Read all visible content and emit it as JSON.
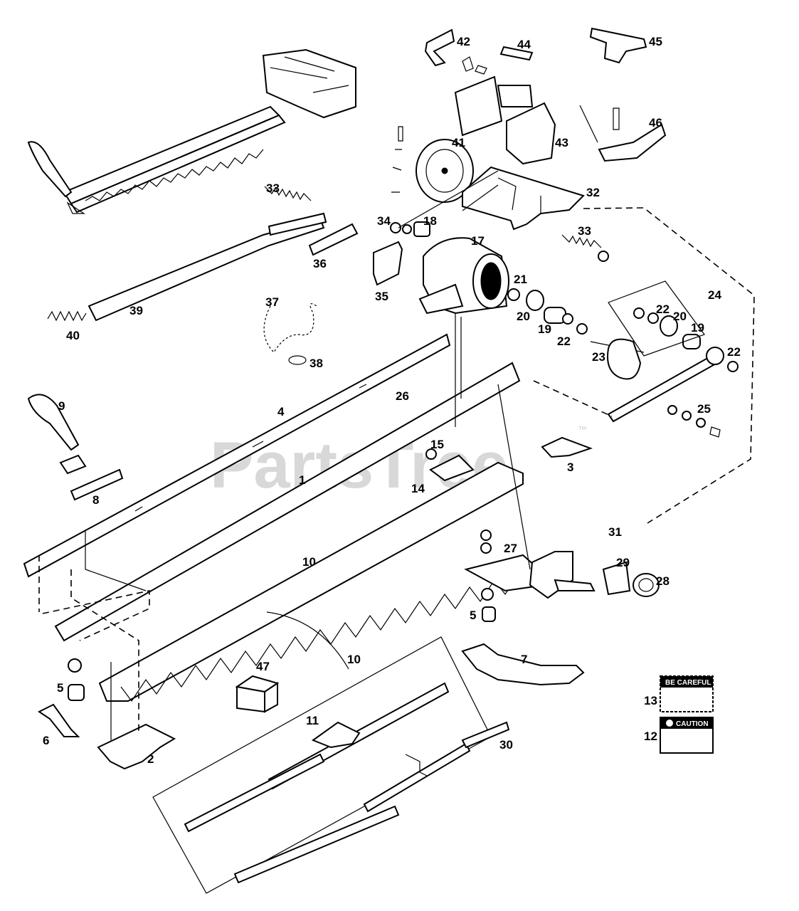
{
  "watermark": {
    "text": "PartsTree",
    "trademark": "™"
  },
  "callouts": {
    "c1": "1",
    "c2": "2",
    "c3": "3",
    "c4": "4",
    "c5a": "5",
    "c5b": "5",
    "c6": "6",
    "c7": "7",
    "c8": "8",
    "c9": "9",
    "c10a": "10",
    "c10b": "10",
    "c11": "11",
    "c12": "12",
    "c13": "13",
    "c14": "14",
    "c15": "15",
    "c17": "17",
    "c18": "18",
    "c19a": "19",
    "c19b": "19",
    "c20a": "20",
    "c20b": "20",
    "c21": "21",
    "c22a": "22",
    "c22b": "22",
    "c22c": "22",
    "c23": "23",
    "c24": "24",
    "c25": "25",
    "c26": "26",
    "c27": "27",
    "c28": "28",
    "c29": "29",
    "c30": "30",
    "c31": "31",
    "c32": "32",
    "c33a": "33",
    "c33b": "33",
    "c34": "34",
    "c35": "35",
    "c36": "36",
    "c37": "37",
    "c38": "38",
    "c39": "39",
    "c40": "40",
    "c41": "41",
    "c42": "42",
    "c43": "43",
    "c44": "44",
    "c45": "45",
    "c46": "46",
    "c47": "47"
  },
  "decals": {
    "be_careful": "BE CAREFUL",
    "caution": "CAUTION"
  }
}
